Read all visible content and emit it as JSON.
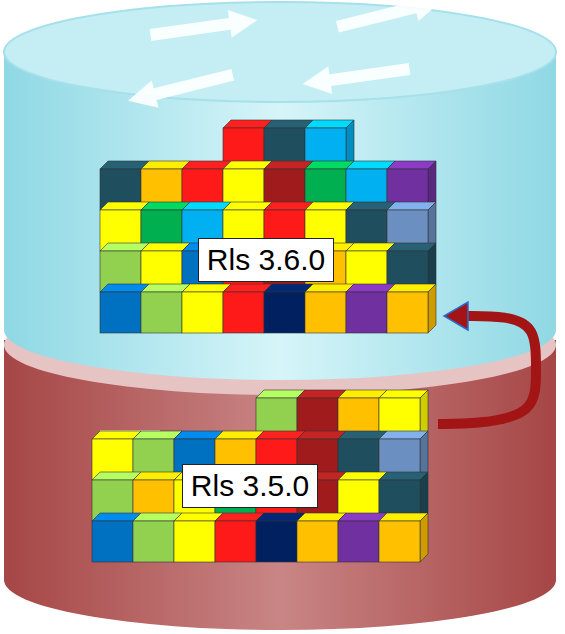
{
  "diagram": {
    "nodes": [
      {
        "text": [
          "Rls 3.6.0"
        ]
      },
      {
        "text": [
          "Rls 3.5.0"
        ]
      }
    ],
    "edges": [
      {
        "from": 1,
        "to": 0,
        "arrow": "to"
      }
    ]
  }
}
